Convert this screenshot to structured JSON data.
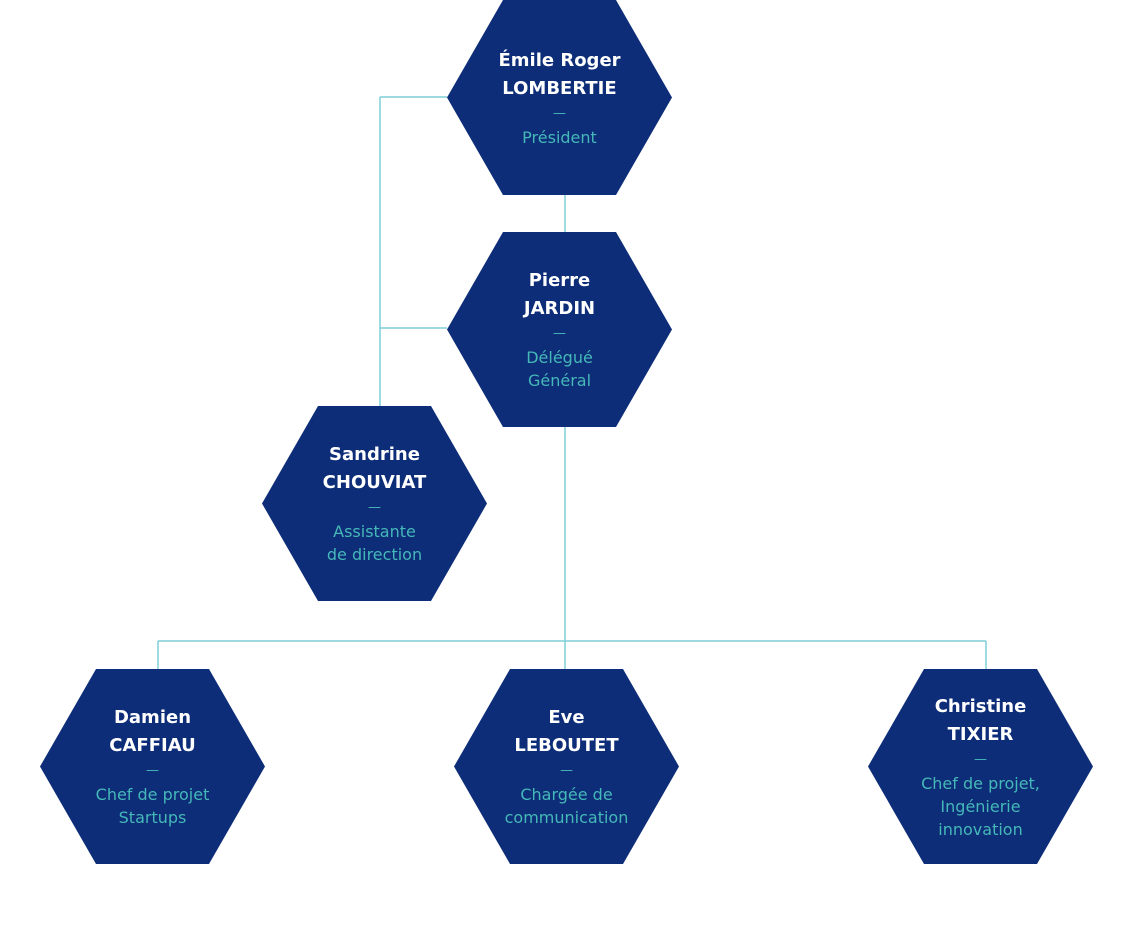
{
  "colors": {
    "node_fill": "#0d2d78",
    "name_text": "#ffffff",
    "role_text": "#45b8b8",
    "connector": "#7fcfd6"
  },
  "nodes": [
    {
      "id": "lombertie",
      "first_name": "Émile Roger",
      "last_name": "LOMBERTIE",
      "role_lines": [
        "Président"
      ]
    },
    {
      "id": "jardin",
      "first_name": "Pierre",
      "last_name": "JARDIN",
      "role_lines": [
        "Délégué",
        "Général"
      ]
    },
    {
      "id": "chouviat",
      "first_name": "Sandrine",
      "last_name": "CHOUVIAT",
      "role_lines": [
        "Assistante",
        "de direction"
      ]
    },
    {
      "id": "caffiau",
      "first_name": "Damien",
      "last_name": "CAFFIAU",
      "role_lines": [
        "Chef de projet",
        "Startups"
      ]
    },
    {
      "id": "leboutet",
      "first_name": "Eve",
      "last_name": "LEBOUTET",
      "role_lines": [
        "Chargée de",
        "communication"
      ]
    },
    {
      "id": "tixier",
      "first_name": "Christine",
      "last_name": "TIXIER",
      "role_lines": [
        "Chef de projet,",
        "Ingénierie",
        "innovation"
      ]
    }
  ],
  "separator": "—"
}
